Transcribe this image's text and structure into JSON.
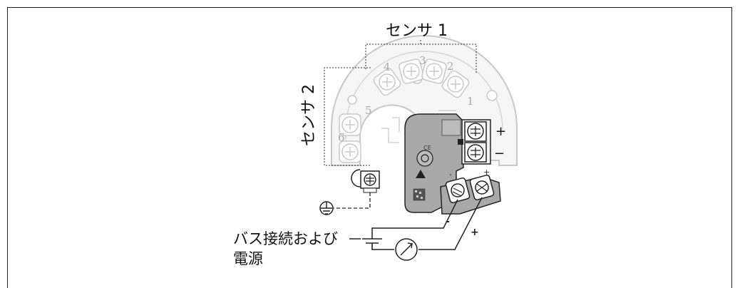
{
  "labels": {
    "sensor1": "センサ 1",
    "sensor2": "センサ 2",
    "bus_power_line1": "バス接続および",
    "bus_power_line2": "電源"
  },
  "terminal_numbers": [
    "1",
    "2",
    "3",
    "4",
    "5",
    "6"
  ],
  "polarity": {
    "plus": "+",
    "minus": "−",
    "bus_minus": "-",
    "bus_plus": "+"
  },
  "device_label": {
    "ce_mark": "CE"
  },
  "colors": {
    "housing_outline": "#c8c8c8",
    "housing_fill": "#f4f4f4",
    "module_fill": "#a9a9a9",
    "terminal_block_fill": "#f0f0f0",
    "lines": "#222222"
  }
}
